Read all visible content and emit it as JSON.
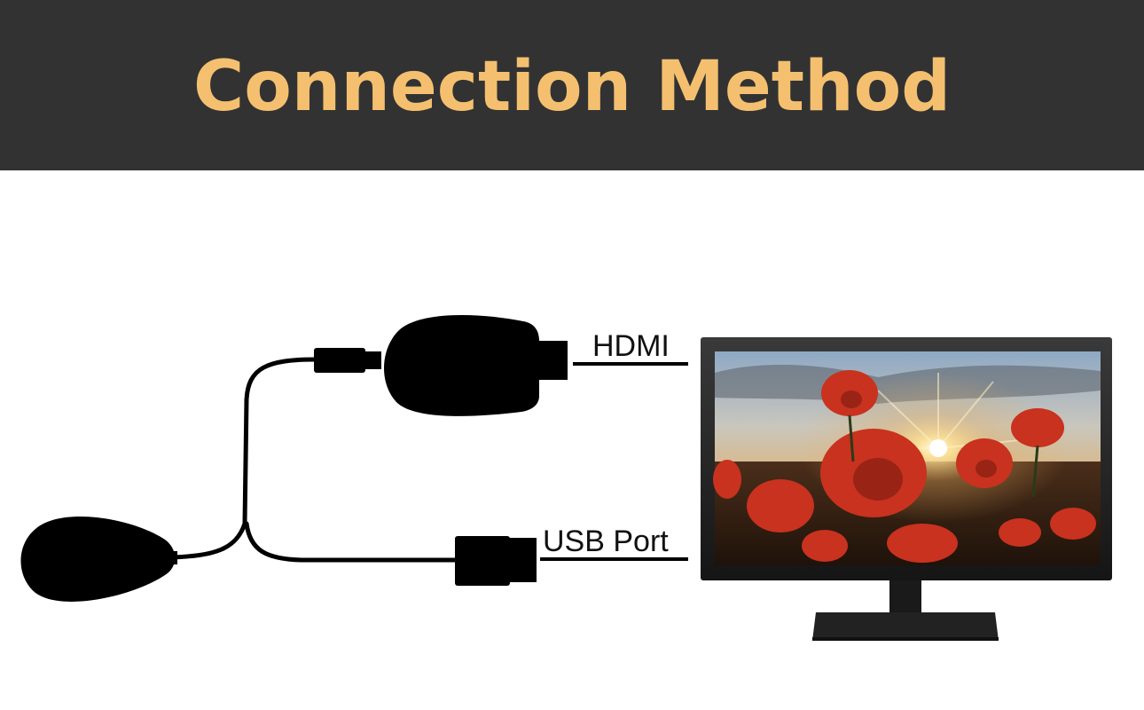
{
  "header": {
    "title": "Connection Method",
    "background": "#323232",
    "title_color": "#f4c070"
  },
  "labels": {
    "hdmi": "HDMI",
    "usb": "USB Port"
  },
  "icons": [
    "wifi-antenna-icon",
    "hdmi-dongle-icon",
    "monitor-icon"
  ]
}
